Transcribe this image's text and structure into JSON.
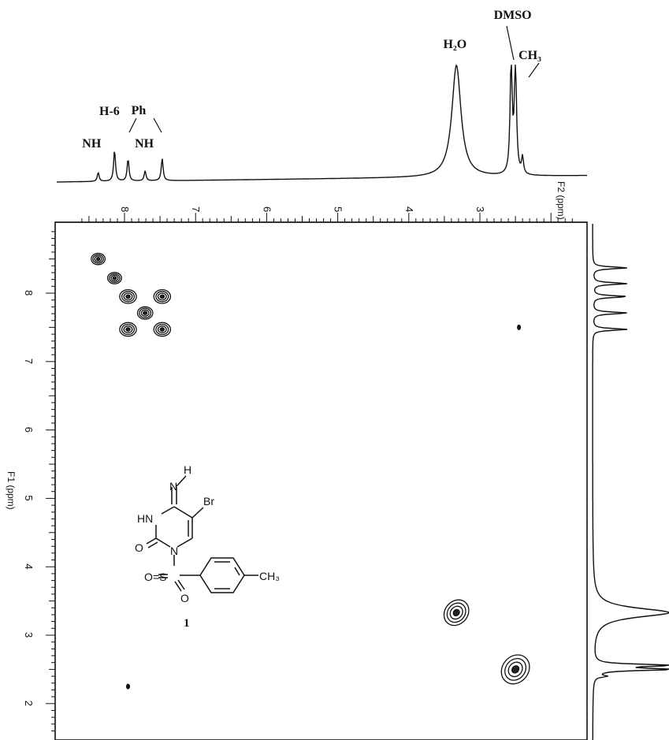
{
  "chart_data": {
    "type": "heatmap",
    "subtype": "2D NMR COSY contour plot",
    "title": "",
    "f2_axis": {
      "label": "F2 (ppm)",
      "range": [
        8.6,
        1.7
      ],
      "ticks": [
        8,
        7,
        6,
        5,
        4,
        3
      ]
    },
    "f1_axis": {
      "label": "F1 (ppm)",
      "range": [
        8.9,
        1.6
      ],
      "ticks": [
        8,
        7,
        6,
        5,
        4,
        3,
        2
      ]
    },
    "top_spectrum_peaks": [
      {
        "ppm": 8.37,
        "height": 0.08
      },
      {
        "ppm": 8.14,
        "height": 0.28
      },
      {
        "ppm": 7.95,
        "height": 0.2
      },
      {
        "ppm": 7.71,
        "height": 0.09
      },
      {
        "ppm": 7.47,
        "height": 0.2
      },
      {
        "ppm": 3.33,
        "height": 1.0
      },
      {
        "ppm": 2.56,
        "height": 1.0
      },
      {
        "ppm": 2.5,
        "height": 1.0
      },
      {
        "ppm": 2.4,
        "height": 0.15
      }
    ],
    "peak_labels": [
      {
        "text": "NH",
        "ppm": 8.44
      },
      {
        "text": "H-6",
        "ppm": 8.2
      },
      {
        "text": "Ph",
        "ppm": 7.75
      },
      {
        "text": "NH",
        "ppm": 7.7
      },
      {
        "text": "H₂O",
        "ppm": 3.36
      },
      {
        "text": "DMSO",
        "ppm": 2.65
      },
      {
        "text": "CH₃",
        "ppm": 2.3
      }
    ],
    "cross_peaks": [
      {
        "f2": 8.37,
        "f1": 8.5,
        "size": 1.0
      },
      {
        "f2": 8.14,
        "f1": 8.22,
        "size": 1.0
      },
      {
        "f2": 7.95,
        "f1": 7.95,
        "size": 1.2
      },
      {
        "f2": 7.47,
        "f1": 7.95,
        "size": 1.2
      },
      {
        "f2": 7.71,
        "f1": 7.71,
        "size": 1.1
      },
      {
        "f2": 7.95,
        "f1": 7.47,
        "size": 1.2
      },
      {
        "f2": 7.47,
        "f1": 7.47,
        "size": 1.2
      },
      {
        "f2": 2.45,
        "f1": 7.5,
        "size": 0.3
      },
      {
        "f2": 3.33,
        "f1": 3.33,
        "size": 1.5
      },
      {
        "f2": 2.5,
        "f1": 2.5,
        "size": 1.7
      },
      {
        "f2": 7.95,
        "f1": 2.25,
        "size": 0.3
      }
    ],
    "compound": {
      "labels": [
        "H",
        "N",
        "HN",
        "Br",
        "O",
        "N",
        "O=S",
        "O",
        "CH₃"
      ],
      "number": "1"
    }
  }
}
